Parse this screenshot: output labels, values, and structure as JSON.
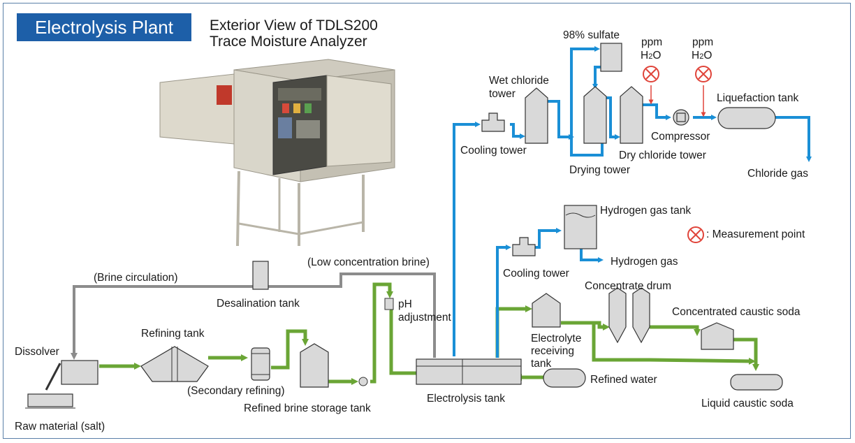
{
  "title": "Electrolysis Plant",
  "exterior_title": [
    "Exterior View of TDLS200",
    "Trace Moisture Analyzer"
  ],
  "labels": {
    "sulfate": "98% sulfate",
    "ppm": "ppm",
    "h2o_h": "H",
    "h2o_sub": "2",
    "h2o_o": "O",
    "wet_chloride_tower": [
      "Wet chloride",
      "tower"
    ],
    "liquefaction_tank": "Liquefaction tank",
    "cooling_tower_top": "Cooling tower",
    "compressor": "Compressor",
    "dry_chloride_tower": "Dry chloride tower",
    "drying_tower": "Drying tower",
    "chloride_gas": "Chloride gas",
    "hydrogen_gas_tank": "Hydrogen gas tank",
    "measurement_point": ": Measurement point",
    "low_conc_brine": "(Low concentration brine)",
    "cooling_tower_mid": "Cooling tower",
    "hydrogen_gas": "Hydrogen gas",
    "brine_circulation": "(Brine circulation)",
    "concentrate_drum": "Concentrate drum",
    "desalination_tank": "Desalination tank",
    "ph_adjustment": [
      "pH",
      "adjustment"
    ],
    "concentrated_caustic_soda": "Concentrated caustic soda",
    "dissolver": "Dissolver",
    "refining_tank": "Refining tank",
    "electrolyte_receiving_tank": [
      "Electrolyte",
      "receiving",
      "tank"
    ],
    "refined_water": "Refined water",
    "secondary_refining": "(Secondary refining)",
    "electrolysis_tank": "Electrolysis tank",
    "liquid_caustic_soda": "Liquid caustic soda",
    "refined_brine_storage_tank": "Refined brine storage tank",
    "raw_material": "Raw material (salt)"
  },
  "colors": {
    "title_bg": "#1d5fa8",
    "blue_line": "#1a8fd6",
    "green_line": "#6aa535",
    "gray_line": "#8c8c8c",
    "measurement_red": "#e0443a",
    "equipment_fill": "#d9d9d9"
  }
}
